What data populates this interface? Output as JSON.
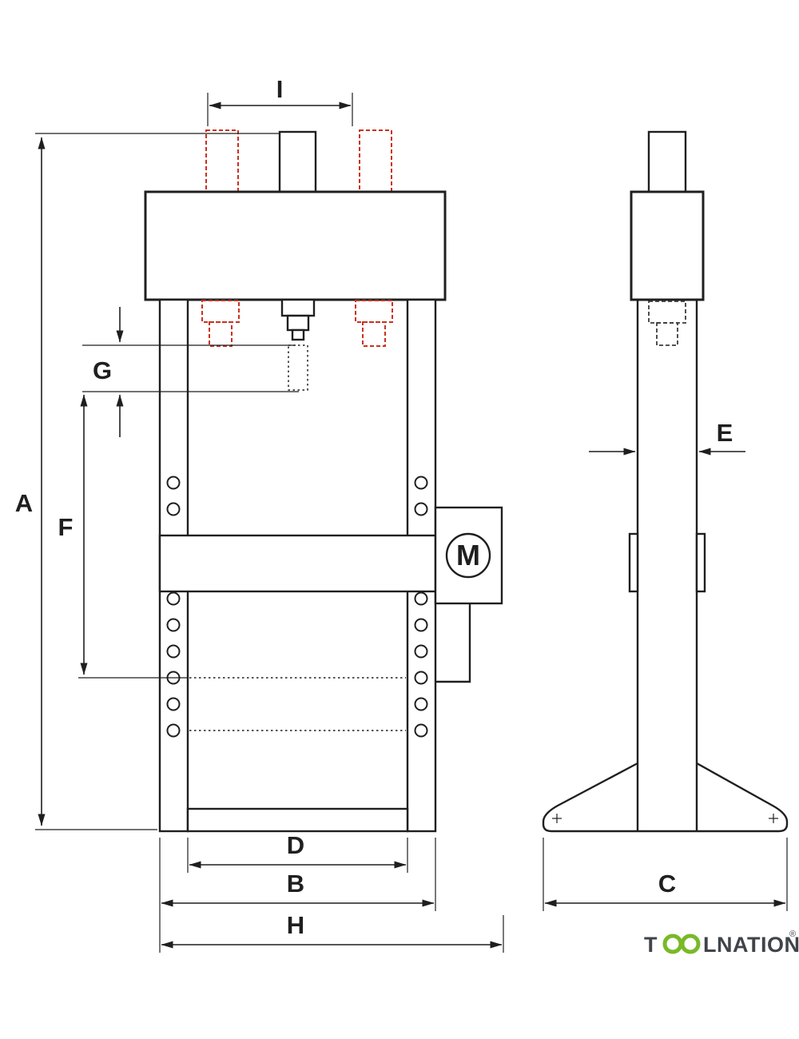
{
  "canvas": {
    "background": "#ffffff"
  },
  "dimensions": {
    "A": "A",
    "B": "B",
    "C": "C",
    "D": "D",
    "E": "E",
    "F": "F",
    "G": "G",
    "H": "H",
    "I": "I"
  },
  "motor": {
    "label": "M"
  },
  "colors": {
    "outline": "#1f1f1f",
    "accessory_dashed_red": "#c8321e",
    "hidden_dashed_gray": "#3c3c3c",
    "logo_green": "#79b928",
    "logo_text": "#3f444b"
  },
  "logo": {
    "prefix": "T",
    "suffix": "LNATION",
    "registered_mark": "®"
  }
}
